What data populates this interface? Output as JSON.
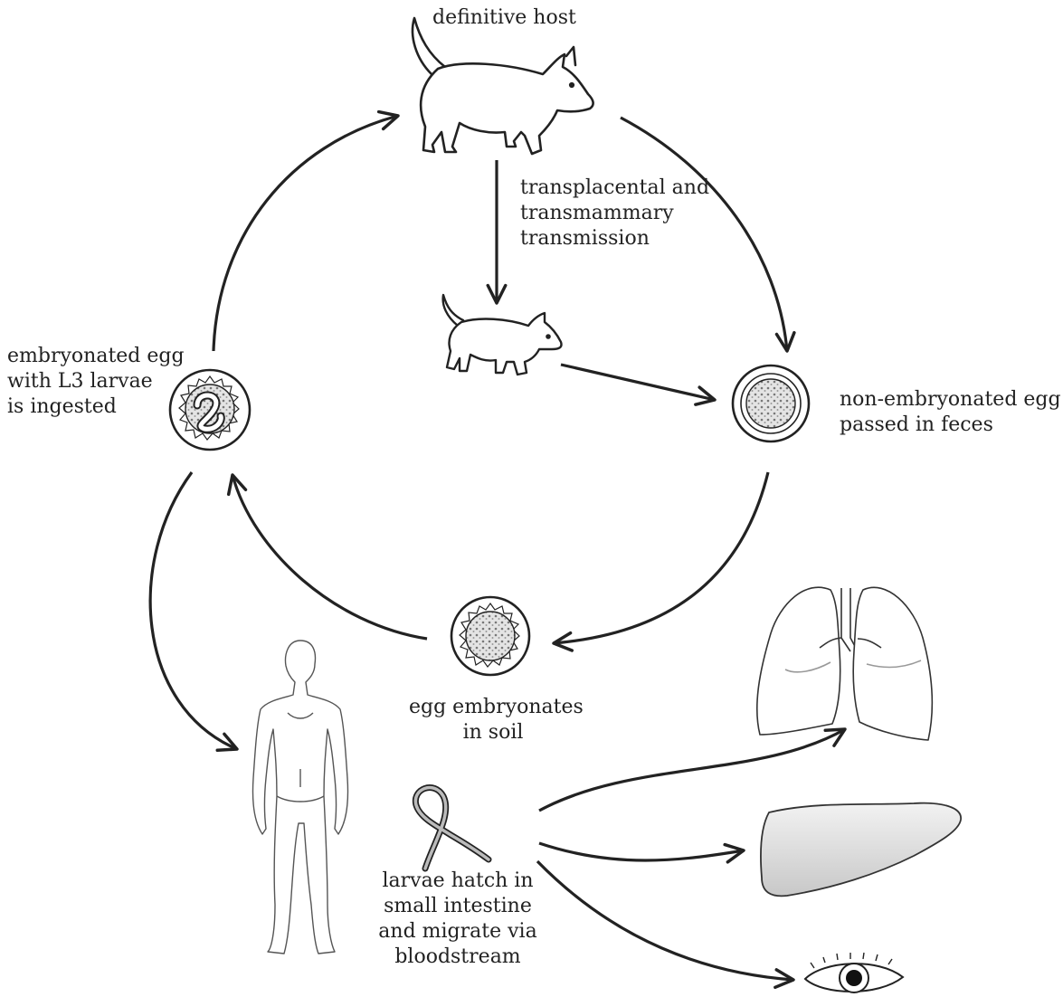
{
  "labels": {
    "definitive_host": [
      "definitive host"
    ],
    "transmission": [
      "transplacental and",
      "transmammary",
      "transmission"
    ],
    "non_embryonated": [
      "non-embryonated egg",
      "passed in feces"
    ],
    "embryonated_ingested": [
      "embryonated egg",
      "with L3 larvae",
      "is ingested"
    ],
    "soil": [
      "egg embryonates",
      "in soil"
    ],
    "larvae_migrate": [
      "larvae hatch in",
      "small intestine",
      "and  migrate via",
      "bloodstream"
    ]
  },
  "colors": {
    "ink": "#222222",
    "stipple": "#8a8a8a",
    "liver_fill": "#dcdcdc"
  }
}
